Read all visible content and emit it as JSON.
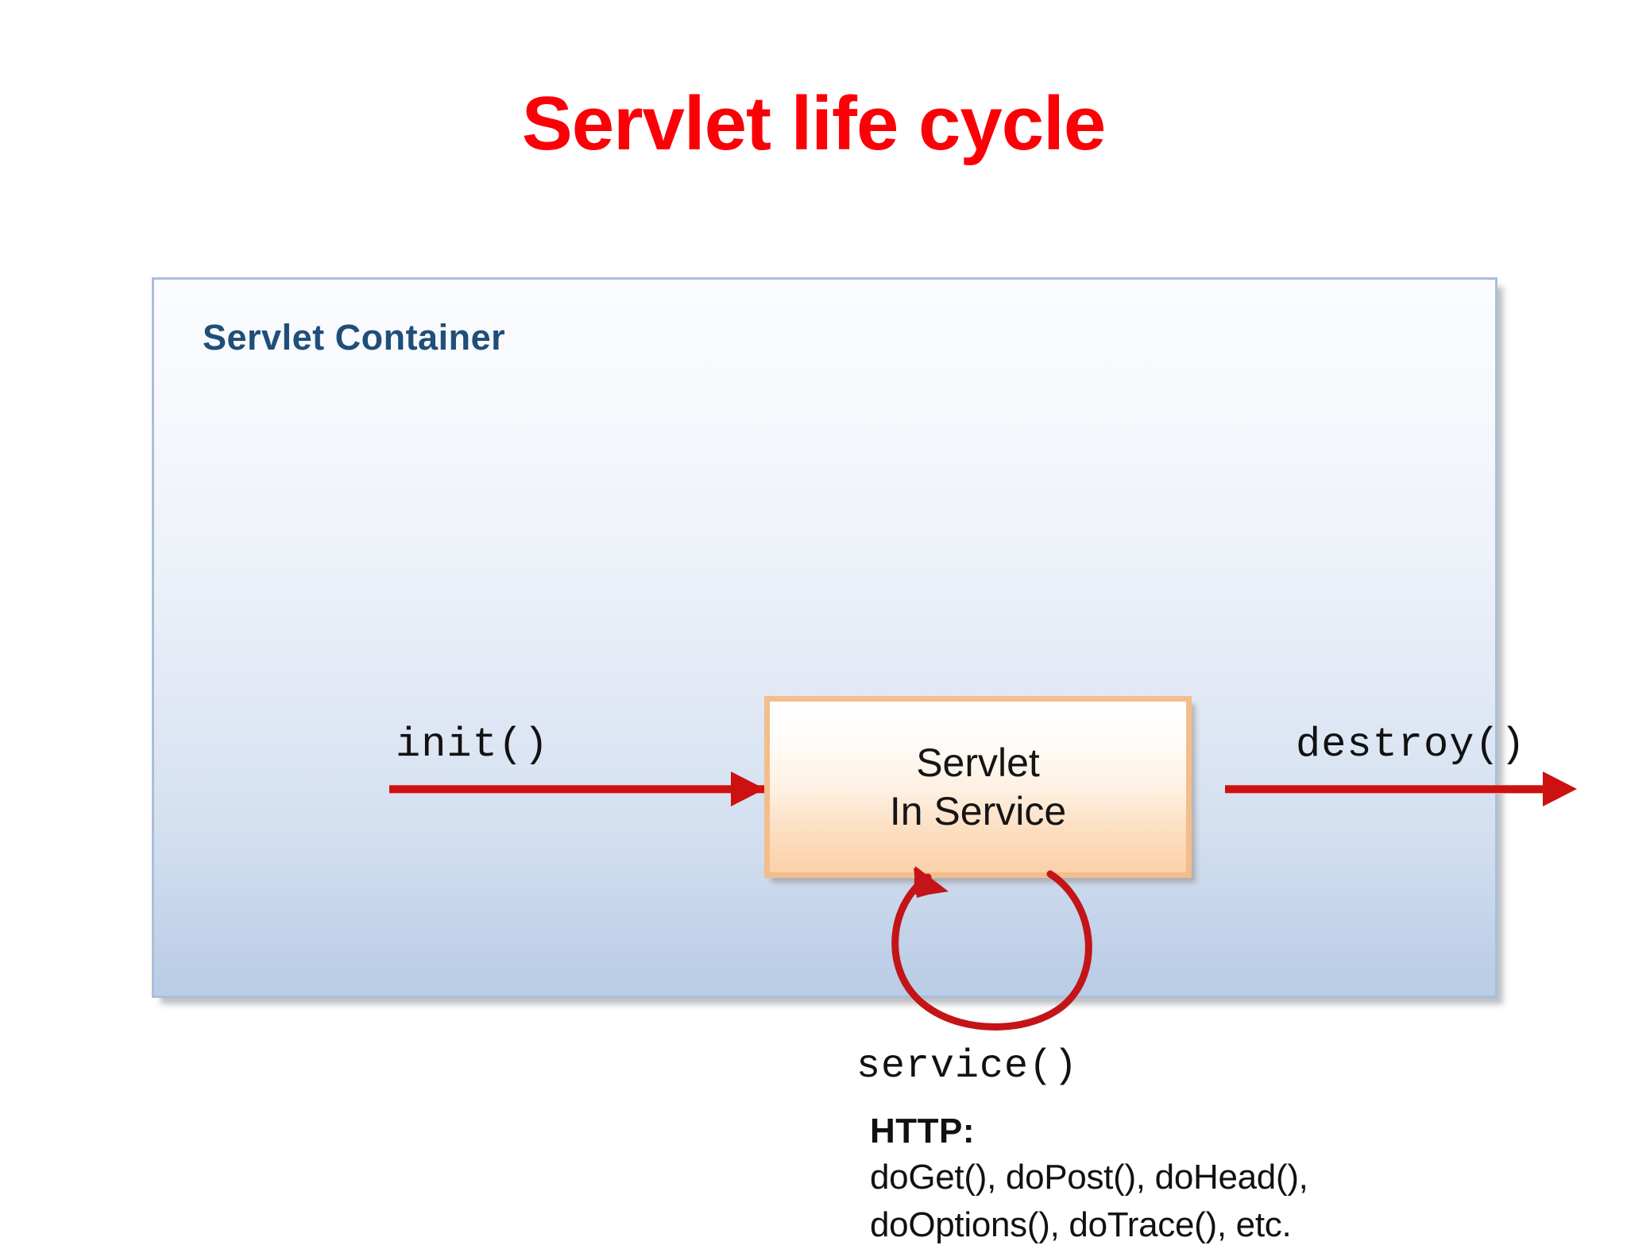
{
  "slide": {
    "title": "Servlet life cycle",
    "title_color": "#fb0007"
  },
  "diagram": {
    "container_label": "Servlet Container",
    "container_label_color": "#1f4e79",
    "panel_border_color": "#a9bfdb",
    "arrow_color": "#cc1111",
    "box": {
      "line1": "Servlet",
      "line2": "In Service",
      "border_color": "#f3bd8c",
      "fill_color": "#fbd1a9"
    },
    "labels": {
      "init": "init()",
      "destroy": "destroy()",
      "service": "service()"
    },
    "http": {
      "heading": "HTTP:",
      "line1": "doGet(), doPost(), doHead(),",
      "line2": "doOptions(), doTrace(), etc."
    }
  }
}
